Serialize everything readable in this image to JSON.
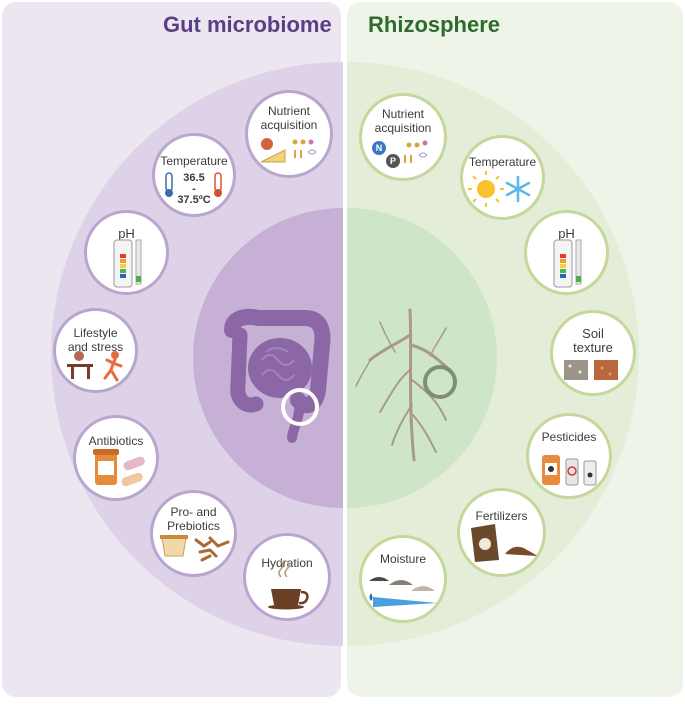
{
  "panels": {
    "gut": {
      "title": "Gut microbiome",
      "title_color": "#5b3f86",
      "nodes": {
        "nutrient": "Nutrient acquisition",
        "temperature": "Temperature",
        "temp_value_top": "36.5",
        "temp_dash": "-",
        "temp_value_bottom": "37.5ºC",
        "ph": "pH",
        "lifestyle": "Lifestyle and stress",
        "antibiotics": "Antibiotics",
        "probiotics": "Pro- and Prebiotics",
        "hydration": "Hydration"
      }
    },
    "rhizo": {
      "title": "Rhizosphere",
      "title_color": "#2f6b2c",
      "nodes": {
        "nutrient": "Nutrient acquisition",
        "nutrient_n": "N",
        "nutrient_p": "P",
        "temperature": "Temperature",
        "ph": "pH",
        "soil": "Soil texture",
        "pesticides": "Pesticides",
        "fertilizers": "Fertilizers",
        "moisture": "Moisture"
      }
    }
  },
  "colors": {
    "gut_bg": "#ece6f1",
    "gut_ring": "#ddd2e8",
    "gut_core": "#c6b0d6",
    "gut_organ": "#8c67a6",
    "rhizo_bg": "#eef4e8",
    "rhizo_ring": "#e3edd8",
    "rhizo_core": "#cfe5c8",
    "root": "#a89a87"
  }
}
